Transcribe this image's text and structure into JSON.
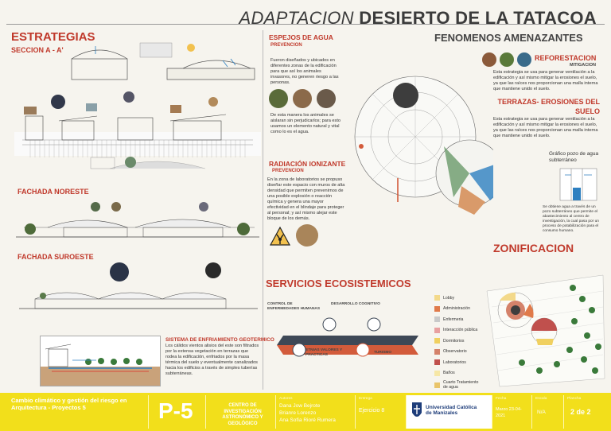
{
  "header": {
    "title_light": "ADAPTACION",
    "title_bold": "DESIERTO DE LA TATACOA"
  },
  "left": {
    "estrategias": "ESTRATEGIAS",
    "seccion": "SECCION A - A'",
    "fachada_noreste": "FACHADA NORESTE",
    "fachada_suroeste": "FACHADA SUROESTE",
    "sistema_title": "SISTEMA DE ENFRIAMIENTO GEOTERMICO",
    "sistema_text": "Los cálidos vientos alisios del este son filtrados por la extensa vegetación en terrazas que rodea la edificación, enfriados por la masa térmica del suelo y eventualmente canalizados hacia los edificios a través de simples tuberías subterráneas."
  },
  "middle": {
    "espejos_title": "ESPEJOS DE AGUA",
    "espejos_sub": "PREVENCION",
    "espejos_text": "Fueron diseñados y ubicados en diferentes zonas de la edificación para que así los animales invasores, no generen riesgo a las personas.",
    "espejos_text2": "De esta manera los animales se aislaran sin perjudicarlos; para esto usamos un elemento natural y vital como lo es el agua.",
    "radiacion_title": "RADIACIÓN IONIZANTE",
    "radiacion_sub": "PREVENCION",
    "radiacion_text": "En la zona de laboratorios se propuso diseñar este espacio con muros de alta densidad que permiten prevenirnos de una posible explosión o reacción química y genera una mayor efectividad en el blindaje para proteger al personal; y así mismo alejar este bloque de los demás.",
    "servicios_title": "SERVICIOS ECOSISTEMICOS",
    "serv_control": "CONTROL DE ENFERMEDADES HUMANAS",
    "serv_desarrollo": "DESARROLLO COGNITIVO",
    "serv_etnias": "ETNIAS VALORES Y PRACTICAS",
    "serv_turismo": "TURISMO"
  },
  "right": {
    "fenomenos_title": "FENOMENOS AMENAZANTES",
    "reforestacion_title": "REFORESTACION",
    "reforestacion_sub": "MITIGACION",
    "reforestacion_text": "Esta estrategia se usa para generar ventilación a la edificación y así mismo mitigar la erosiones el suelo, ya que las raíces nos proporcionan una malla interna que mantiene unido el suelo.",
    "terrazas_title": "TERRAZAS- EROSIONES DEL SUELO",
    "terrazas_text": "Esta estrategia se usa para generar ventilación a la edificación y así mismo mitigar la erosiones el suelo, ya que las raíces nos proporcionan una malla interna que mantiene unido el suelo.",
    "grafico_title": "Gráfico pozo de agua subterráneo",
    "pozo_text": "Se obtiene agua a través de un pozo subterráneo que permite el abastecimiento al centro de investigación, la cual pasa por un proceso de potabilización para el consumo humano.",
    "zonificacion_title": "ZONIFICACION",
    "legend": [
      {
        "label": "Lobby",
        "color": "#f3d98a"
      },
      {
        "label": "Administración",
        "color": "#e07a4a"
      },
      {
        "label": "Enfermeria",
        "color": "#c9c9c9"
      },
      {
        "label": "Interacción pública",
        "color": "#e8a0a0"
      },
      {
        "label": "Dormitorios",
        "color": "#f0d060"
      },
      {
        "label": "Observatorio",
        "color": "#d4826a"
      },
      {
        "label": "Laboratorios",
        "color": "#c0504d"
      },
      {
        "label": "Baños",
        "color": "#f6e7a6"
      },
      {
        "label": "Cuarto Tratamiento de agua",
        "color": "#e9c46a"
      }
    ]
  },
  "footer": {
    "course": "Cambio climático y gestión del riesgo en Arquitectura - Proyectos 5",
    "sheet_code": "P-5",
    "project": "CENTRO DE INVESTIGACIÓN ASTRONÓMICO Y GEOLÓGICO",
    "authors_label": "Autores",
    "authors": [
      "Dana Jow Bejrote",
      "Brianre Lorenzo",
      "Ana Sofía Rioré Rumera"
    ],
    "exercise_label": "Entrega",
    "exercise": "Ejercicio 8",
    "university": "Universidad Católica de Manizales",
    "date_label": "Fecha",
    "date": "Marzo 23-04-2021",
    "scale_label": "Escala",
    "scale": "N/A",
    "sheet_label": "Plancha",
    "sheet": "2 de 2"
  }
}
